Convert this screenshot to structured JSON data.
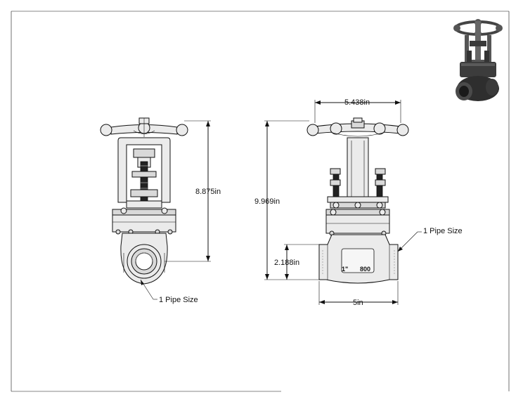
{
  "drawing": {
    "front_view": {
      "height_label": "8.875in",
      "callout_label": "1 Pipe Size"
    },
    "side_view": {
      "handwheel_width_label": "5.438in",
      "overall_height_label": "9.969in",
      "body_height_label": "2.188in",
      "body_length_label": "5in",
      "callout_label": "1 Pipe Size",
      "stamp_size": "1\"",
      "stamp_class": "800"
    }
  },
  "colors": {
    "line": "#111111",
    "part_fill": "#ebebeb",
    "part_shade": "#d9d9d9",
    "thread": "#222222"
  }
}
